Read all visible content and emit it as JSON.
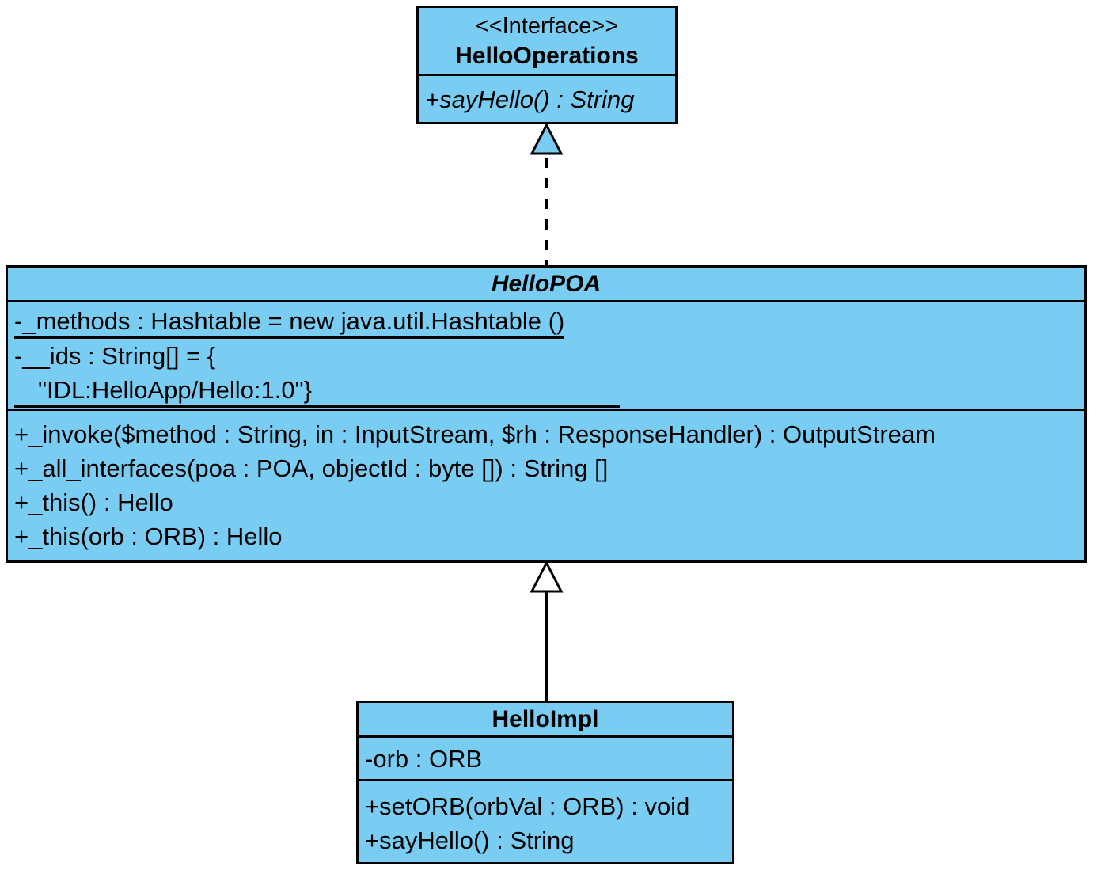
{
  "colors": {
    "box_fill": "#7acdf2",
    "border": "#000000",
    "canvas_bg": "#ffffff",
    "generalization_head_fill": "#ffffff"
  },
  "interface_box": {
    "stereotype": "<<Interface>>",
    "name": "HelloOperations",
    "methods": [
      "+sayHello() : String"
    ]
  },
  "poa_box": {
    "name": "HelloPOA",
    "attributes": [
      "-_methods : Hashtable = new java.util.Hashtable ()",
      "-__ids : String[] = {",
      "\"IDL:HelloApp/Hello:1.0\"}"
    ],
    "methods": [
      "+_invoke($method : String, in : InputStream, $rh : ResponseHandler) : OutputStream",
      "+_all_interfaces(poa : POA, objectId : byte []) : String []",
      "+_this() : Hello",
      "+_this(orb : ORB) : Hello"
    ]
  },
  "impl_box": {
    "name": "HelloImpl",
    "attributes": [
      "-orb : ORB"
    ],
    "methods": [
      "+setORB(orbVal : ORB) : void",
      "+sayHello() : String"
    ]
  },
  "relationships": [
    {
      "type": "realization",
      "from": "HelloPOA",
      "to": "HelloOperations",
      "line_style": "dashed",
      "arrowhead": "triangle-filled-blue"
    },
    {
      "type": "generalization",
      "from": "HelloImpl",
      "to": "HelloPOA",
      "line_style": "solid",
      "arrowhead": "triangle-hollow"
    }
  ]
}
